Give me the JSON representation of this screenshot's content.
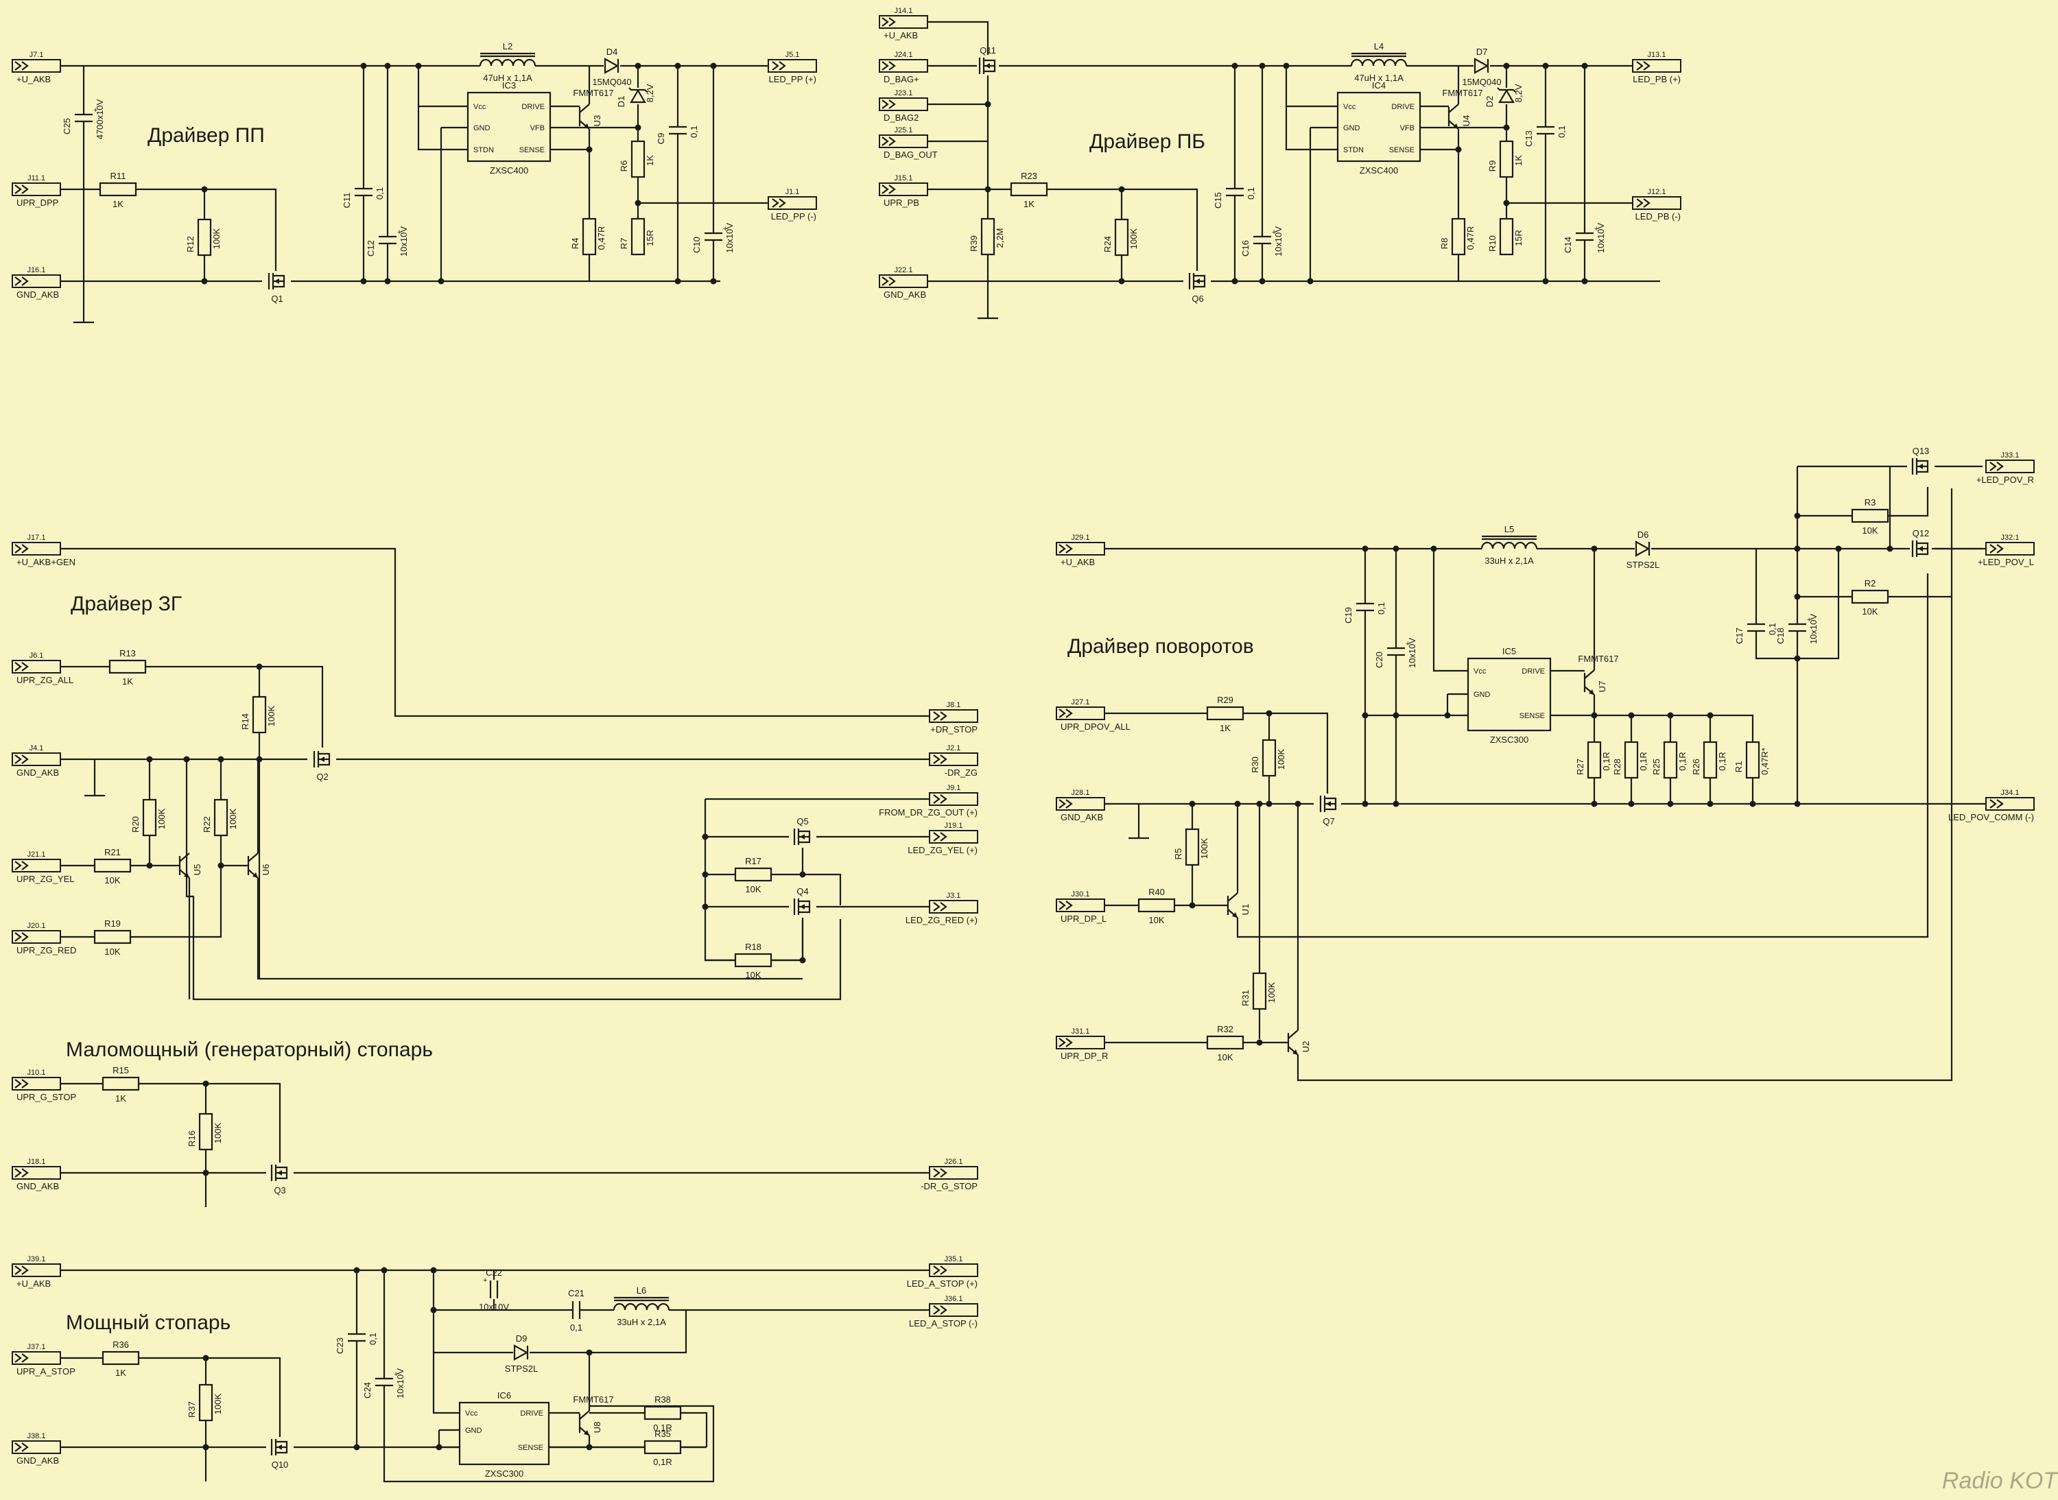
{
  "headings": {
    "pp": "Драйвер ПП",
    "pb": "Драйвер ПБ",
    "zg": "Драйвер ЗГ",
    "povorot": "Драйвер поворотов",
    "gen_stop": "Маломощный (генераторный) стопарь",
    "mosh_stop": "Мощный стопарь"
  },
  "connectors": [
    {
      "ref": "J7.1",
      "net": "+U_AKB"
    },
    {
      "ref": "J11.1",
      "net": "UPR_DPP"
    },
    {
      "ref": "J16.1",
      "net": "GND_AKB"
    },
    {
      "ref": "J5.1",
      "net": "LED_PP (+)"
    },
    {
      "ref": "J1.1",
      "net": "LED_PP (-)"
    },
    {
      "ref": "J14.1",
      "net": "+U_AKB"
    },
    {
      "ref": "J24.1",
      "net": "D_BAG+"
    },
    {
      "ref": "J23.1",
      "net": "D_BAG2"
    },
    {
      "ref": "J25.1",
      "net": "D_BAG_OUT"
    },
    {
      "ref": "J15.1",
      "net": "UPR_PB"
    },
    {
      "ref": "J22.1",
      "net": "GND_AKB"
    },
    {
      "ref": "J13.1",
      "net": "LED_PB (+)"
    },
    {
      "ref": "J12.1",
      "net": "LED_PB (-)"
    },
    {
      "ref": "J17.1",
      "net": "+U_AKB+GEN"
    },
    {
      "ref": "J6.1",
      "net": "UPR_ZG_ALL"
    },
    {
      "ref": "J4.1",
      "net": "GND_AKB"
    },
    {
      "ref": "J21.1",
      "net": "UPR_ZG_YEL"
    },
    {
      "ref": "J20.1",
      "net": "UPR_ZG_RED"
    },
    {
      "ref": "J8.1",
      "net": "+DR_STOP"
    },
    {
      "ref": "J2.1",
      "net": "-DR_ZG"
    },
    {
      "ref": "J9.1",
      "net": "FROM_DR_ZG_OUT (+)"
    },
    {
      "ref": "J19.1",
      "net": "LED_ZG_YEL (+)"
    },
    {
      "ref": "J3.1",
      "net": "LED_ZG_RED (+)"
    },
    {
      "ref": "J10.1",
      "net": "UPR_G_STOP"
    },
    {
      "ref": "J18.1",
      "net": "GND_AKB"
    },
    {
      "ref": "J26.1",
      "net": "-DR_G_STOP"
    },
    {
      "ref": "J39.1",
      "net": "+U_AKB"
    },
    {
      "ref": "J37.1",
      "net": "UPR_A_STOP"
    },
    {
      "ref": "J38.1",
      "net": "GND_AKB"
    },
    {
      "ref": "J35.1",
      "net": "LED_A_STOP (+)"
    },
    {
      "ref": "J36.1",
      "net": "LED_A_STOP (-)"
    },
    {
      "ref": "J29.1",
      "net": "+U_AKB"
    },
    {
      "ref": "J27.1",
      "net": "UPR_DPOV_ALL"
    },
    {
      "ref": "J28.1",
      "net": "GND_AKB"
    },
    {
      "ref": "J30.1",
      "net": "UPR_DP_L"
    },
    {
      "ref": "J31.1",
      "net": "UPR_DP_R"
    },
    {
      "ref": "J33.1",
      "net": "+LED_POV_R"
    },
    {
      "ref": "J32.1",
      "net": "+LED_POV_L"
    },
    {
      "ref": "J34.1",
      "net": "LED_POV_COMM (-)"
    }
  ],
  "resistors": [
    {
      "ref": "R11",
      "val": "1K"
    },
    {
      "ref": "R12",
      "val": "100K"
    },
    {
      "ref": "R6",
      "val": "1K"
    },
    {
      "ref": "R4",
      "val": "0,47R"
    },
    {
      "ref": "R7",
      "val": "15R"
    },
    {
      "ref": "R23",
      "val": "1K"
    },
    {
      "ref": "R39",
      "val": "2,2M"
    },
    {
      "ref": "R24",
      "val": "100K"
    },
    {
      "ref": "R9",
      "val": "1K"
    },
    {
      "ref": "R8",
      "val": "0,47R"
    },
    {
      "ref": "R10",
      "val": "15R"
    },
    {
      "ref": "R13",
      "val": "1K"
    },
    {
      "ref": "R14",
      "val": "100K"
    },
    {
      "ref": "R20",
      "val": "100K"
    },
    {
      "ref": "R22",
      "val": "100K"
    },
    {
      "ref": "R21",
      "val": "10K"
    },
    {
      "ref": "R19",
      "val": "10K"
    },
    {
      "ref": "R17",
      "val": "10K"
    },
    {
      "ref": "R18",
      "val": "10K"
    },
    {
      "ref": "R15",
      "val": "1K"
    },
    {
      "ref": "R16",
      "val": "100K"
    },
    {
      "ref": "R36",
      "val": "1K"
    },
    {
      "ref": "R37",
      "val": "100K"
    },
    {
      "ref": "R38",
      "val": "0,1R"
    },
    {
      "ref": "R35",
      "val": "0,1R"
    },
    {
      "ref": "R29",
      "val": "1K"
    },
    {
      "ref": "R30",
      "val": "100K"
    },
    {
      "ref": "R5",
      "val": "100K"
    },
    {
      "ref": "R40",
      "val": "10K"
    },
    {
      "ref": "R31",
      "val": "100K"
    },
    {
      "ref": "R32",
      "val": "10K"
    },
    {
      "ref": "R27",
      "val": "0,1R"
    },
    {
      "ref": "R28",
      "val": "0,1R"
    },
    {
      "ref": "R25",
      "val": "0,1R"
    },
    {
      "ref": "R26",
      "val": "0,1R"
    },
    {
      "ref": "R1",
      "val": "0,47R*"
    },
    {
      "ref": "R3",
      "val": "10K"
    },
    {
      "ref": "R2",
      "val": "10K"
    }
  ],
  "capacitors": [
    {
      "ref": "C25",
      "val": "4700x10V"
    },
    {
      "ref": "C11",
      "val": "0,1"
    },
    {
      "ref": "C12",
      "val": "10x10V"
    },
    {
      "ref": "C9",
      "val": "0,1"
    },
    {
      "ref": "C10",
      "val": "10x10V"
    },
    {
      "ref": "C15",
      "val": "0,1"
    },
    {
      "ref": "C16",
      "val": "10x10V"
    },
    {
      "ref": "C13",
      "val": "0,1"
    },
    {
      "ref": "C14",
      "val": "10x10V"
    },
    {
      "ref": "C22",
      "val": "10x10V"
    },
    {
      "ref": "C21",
      "val": "0,1"
    },
    {
      "ref": "C23",
      "val": "0,1"
    },
    {
      "ref": "C24",
      "val": "10x10V"
    },
    {
      "ref": "C19",
      "val": "0,1"
    },
    {
      "ref": "C20",
      "val": "10x10V"
    },
    {
      "ref": "C17",
      "val": "0,1"
    },
    {
      "ref": "C18",
      "val": "10x10V"
    }
  ],
  "inductors": [
    {
      "ref": "L2",
      "val": "47uH x 1,1A"
    },
    {
      "ref": "L4",
      "val": "47uH x 1,1A"
    },
    {
      "ref": "L6",
      "val": "33uH x 2,1A"
    },
    {
      "ref": "L5",
      "val": "33uH x 2,1A"
    }
  ],
  "diodes": [
    {
      "ref": "D4",
      "val": "15MQ040"
    },
    {
      "ref": "D1",
      "val": "8,2V"
    },
    {
      "ref": "D7",
      "val": "15MQ040"
    },
    {
      "ref": "D2",
      "val": "8,2V"
    },
    {
      "ref": "D9",
      "val": "STPS2L"
    },
    {
      "ref": "D6",
      "val": "STPS2L"
    }
  ],
  "ics": [
    {
      "ref": "IC3",
      "val": "ZXSC400",
      "pins": [
        "Vcc",
        "GND",
        "STDN",
        "DRIVE",
        "VFB",
        "SENSE"
      ]
    },
    {
      "ref": "IC4",
      "val": "ZXSC400",
      "pins": [
        "Vcc",
        "GND",
        "STDN",
        "DRIVE",
        "VFB",
        "SENSE"
      ]
    },
    {
      "ref": "IC6",
      "val": "ZXSC300",
      "pins": [
        "Vcc",
        "GND",
        "DRIVE",
        "SENSE"
      ]
    },
    {
      "ref": "IC5",
      "val": "ZXSC300",
      "pins": [
        "Vcc",
        "GND",
        "DRIVE",
        "SENSE"
      ]
    }
  ],
  "transistors": [
    {
      "ref": "Q1"
    },
    {
      "ref": "Q11"
    },
    {
      "ref": "Q6"
    },
    {
      "ref": "Q2"
    },
    {
      "ref": "Q5"
    },
    {
      "ref": "Q4"
    },
    {
      "ref": "Q3"
    },
    {
      "ref": "Q10"
    },
    {
      "ref": "Q7"
    },
    {
      "ref": "Q13"
    },
    {
      "ref": "Q12"
    },
    {
      "ref": "U3",
      "val": "FMMT617"
    },
    {
      "ref": "U4",
      "val": "FMMT617"
    },
    {
      "ref": "U8",
      "val": "FMMT617"
    },
    {
      "ref": "U7",
      "val": "FMMT617"
    },
    {
      "ref": "U5"
    },
    {
      "ref": "U6"
    },
    {
      "ref": "U1"
    },
    {
      "ref": "U2"
    }
  ],
  "watermark": "Radio KOT radiokot.ru"
}
